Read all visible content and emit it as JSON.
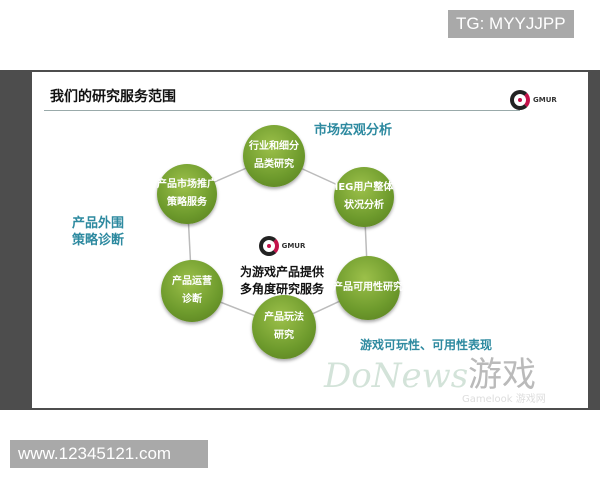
{
  "badges": {
    "top": "TG: MYYJJPP",
    "bottom": "www.12345121.com"
  },
  "slide": {
    "title": "我们的研究服务范围",
    "logo_text": "GMUR",
    "center_text": [
      "为游戏产品提供",
      "多角度研究服务"
    ],
    "nodes": [
      {
        "lines": [
          "行业和细分",
          "品类研究"
        ]
      },
      {
        "lines": [
          "IEG用户整体",
          "状况分析"
        ]
      },
      {
        "lines": [
          "产品可用性研究"
        ]
      },
      {
        "lines": [
          "产品玩法",
          "研究"
        ]
      },
      {
        "lines": [
          "产品运营",
          "诊断"
        ]
      },
      {
        "lines": [
          "产品市场推广",
          "策略服务"
        ]
      }
    ],
    "labels": {
      "market": "市场宏观分析",
      "periphery": [
        "产品外围",
        "策略诊断"
      ],
      "playability": "游戏可玩性、可用性表现"
    },
    "watermark": {
      "brand": "DoNews",
      "suffix": "游戏",
      "sub": "Gamelook 游戏网"
    }
  },
  "colors": {
    "node_green": "#6d9a2c",
    "label_teal": "#2e8aa0",
    "logo_red": "#c3124a"
  }
}
